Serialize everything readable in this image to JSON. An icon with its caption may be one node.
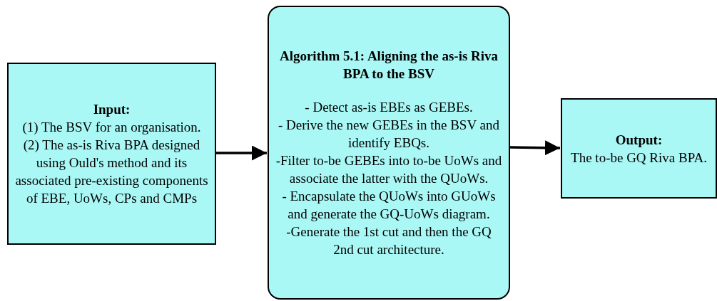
{
  "diagram": {
    "nodes": [
      {
        "text": [
          "Input:",
          "(1) The BSV for an organisation.",
          "(2) The as-is Riva BPA designed using Ould's method and its associated pre-existing components of EBE, UoWs, CPs and CMPs"
        ]
      },
      {
        "text": [
          "Algorithm 5.1: Aligning the as-is Riva BPA to the BSV",
          "- Detect as-is EBEs as GEBEs.",
          "- Derive the new GEBEs in the BSV and identify EBQs.",
          "-Filter to-be GEBEs into to-be UoWs and associate the latter with the QUoWs.",
          "- Encapsulate the QUoWs into GUoWs and generate the GQ-UoWs diagram.",
          "-Generate the 1st cut and then the GQ 2nd cut architecture."
        ]
      },
      {
        "text": [
          "Output:",
          "The to-be GQ Riva BPA."
        ]
      }
    ],
    "edges": [
      {
        "from": 0,
        "to": 1,
        "arrow": "to"
      },
      {
        "from": 1,
        "to": 2,
        "arrow": "to"
      }
    ]
  }
}
